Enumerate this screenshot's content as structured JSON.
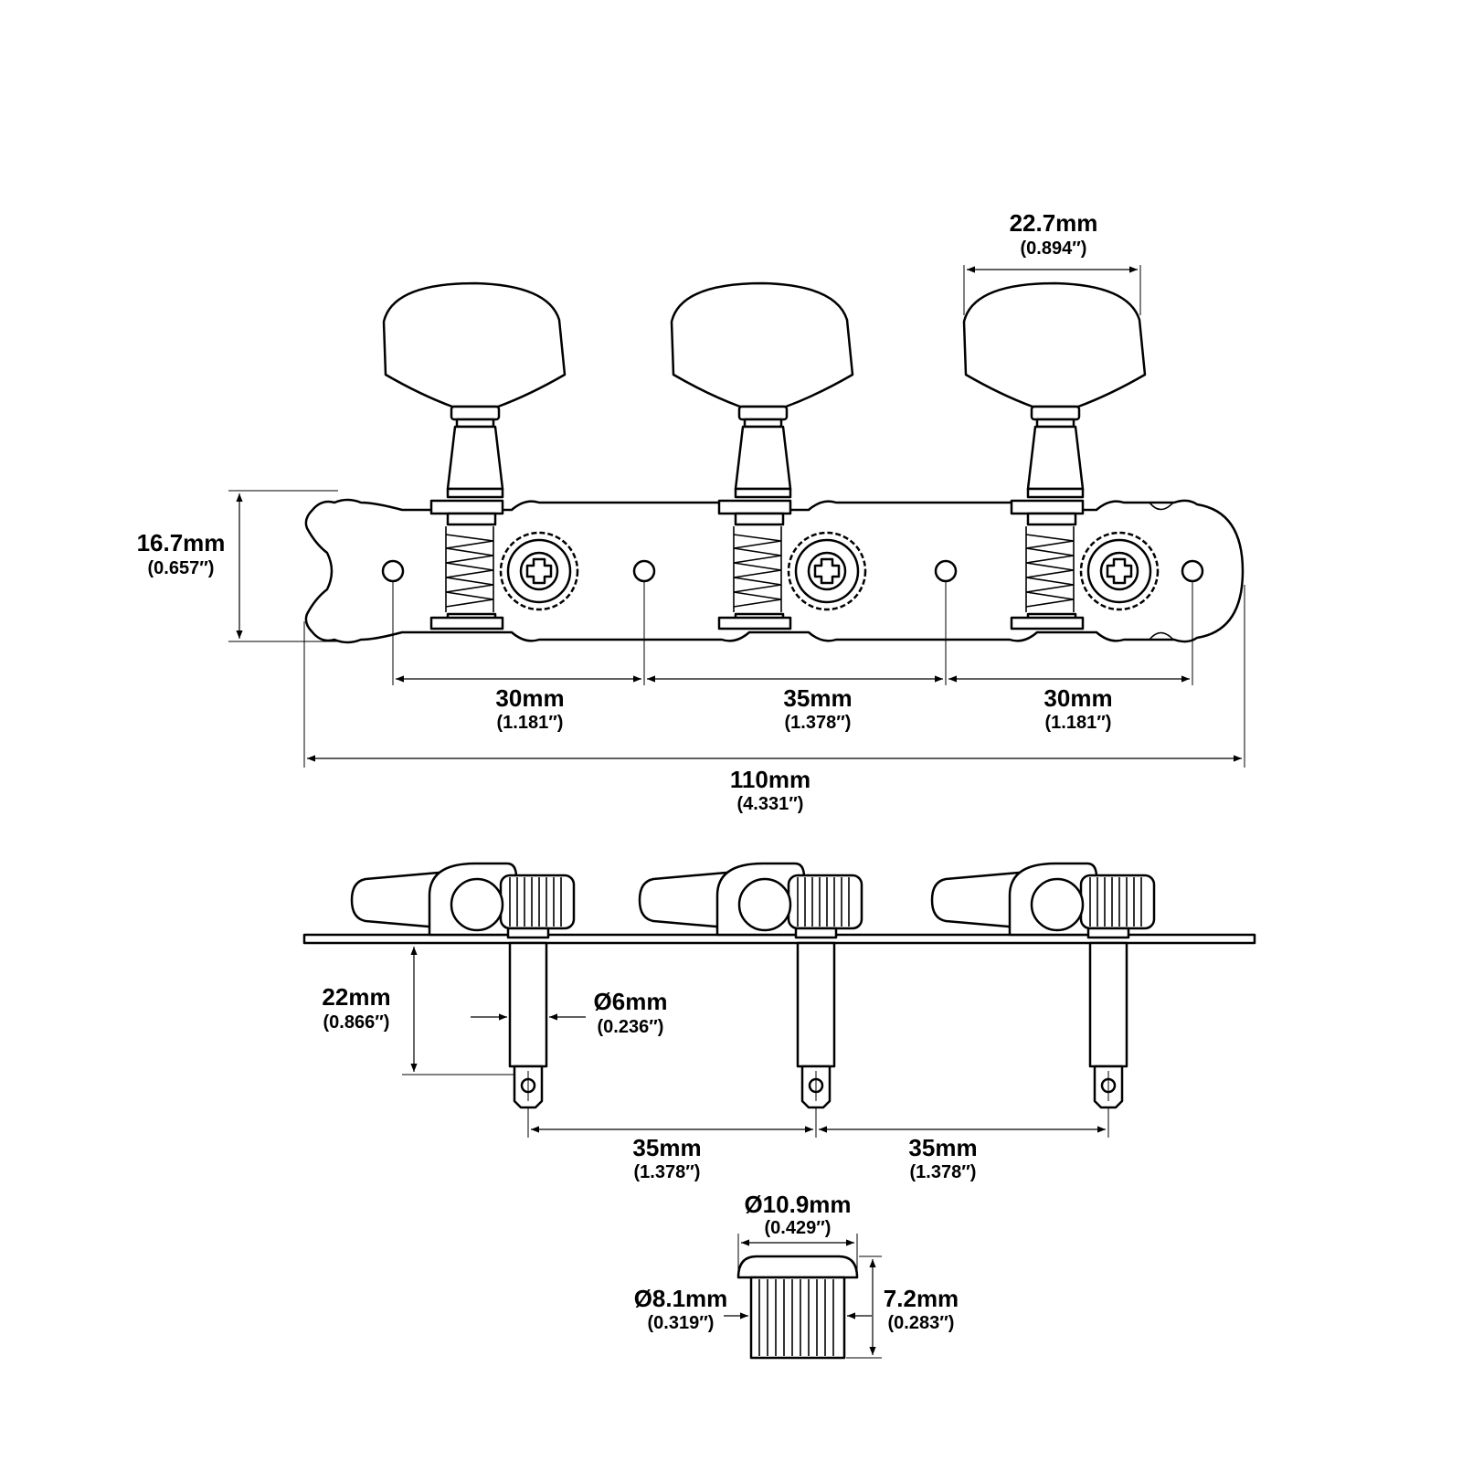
{
  "colors": {
    "line": "#000000",
    "background": "#ffffff"
  },
  "dimensions": {
    "button_width": {
      "mm": "22.7mm",
      "inch": "(0.894″)"
    },
    "plate_height": {
      "mm": "16.7mm",
      "inch": "(0.657″)"
    },
    "hole_spacing_left": {
      "mm": "30mm",
      "inch": "(1.181″)"
    },
    "hole_spacing_middle": {
      "mm": "35mm",
      "inch": "(1.378″)"
    },
    "hole_spacing_right": {
      "mm": "30mm",
      "inch": "(1.181″)"
    },
    "total_length": {
      "mm": "110mm",
      "inch": "(4.331″)"
    },
    "roller_length": {
      "mm": "22mm",
      "inch": "(0.866″)"
    },
    "roller_diameter": {
      "mm": "Ø6mm",
      "inch": "(0.236″)"
    },
    "roller_spacing_left": {
      "mm": "35mm",
      "inch": "(1.378″)"
    },
    "roller_spacing_right": {
      "mm": "35mm",
      "inch": "(1.378″)"
    },
    "bushing_cap_diameter": {
      "mm": "Ø10.9mm",
      "inch": "(0.429″)"
    },
    "bushing_body_diameter": {
      "mm": "Ø8.1mm",
      "inch": "(0.319″)"
    },
    "bushing_height": {
      "mm": "7.2mm",
      "inch": "(0.283″)"
    }
  }
}
